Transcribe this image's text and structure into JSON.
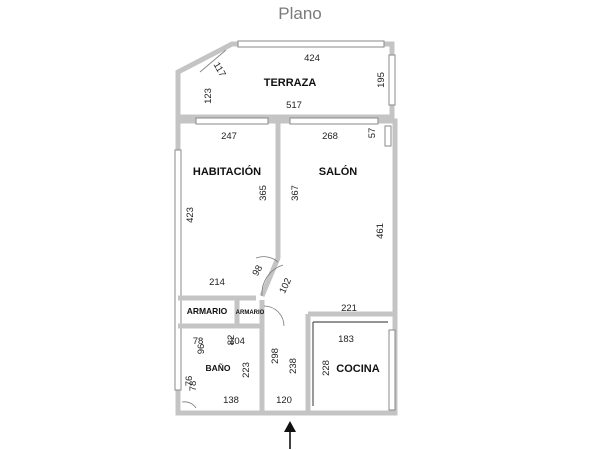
{
  "title": "Plano",
  "rooms": {
    "terraza": "TERRAZA",
    "habitacion": "HABITACIÓN",
    "salon": "SALÓN",
    "armario": "ARMARIO",
    "armario_small": "ARMARIO",
    "bano": "BAÑO",
    "cocina": "COCINA"
  },
  "dimensions": {
    "terraza_top": "424",
    "terraza_diag": "117",
    "terraza_left": "123",
    "terraza_right": "195",
    "terraza_bottom": "517",
    "hab_top": "247",
    "salon_top": "268",
    "salon_step": "57",
    "hab_left": "423",
    "hab_right": "365",
    "salon_left": "367",
    "salon_right": "461",
    "hab_door": "98",
    "hab_bottom": "214",
    "salon_door": "102",
    "salon_bottom": "221",
    "bano_a": "78",
    "bano_b": "96",
    "bano_c": "82",
    "bano_d": "104",
    "bano_right": "223",
    "bano_e": "76",
    "bano_f": "78",
    "bano_bottom": "138",
    "pasillo_left": "298",
    "pasillo_right": "238",
    "pasillo_bottom": "120",
    "cocina_top": "183",
    "cocina_left": "228"
  },
  "icons": {
    "entrance": "arrow-up-icon"
  }
}
